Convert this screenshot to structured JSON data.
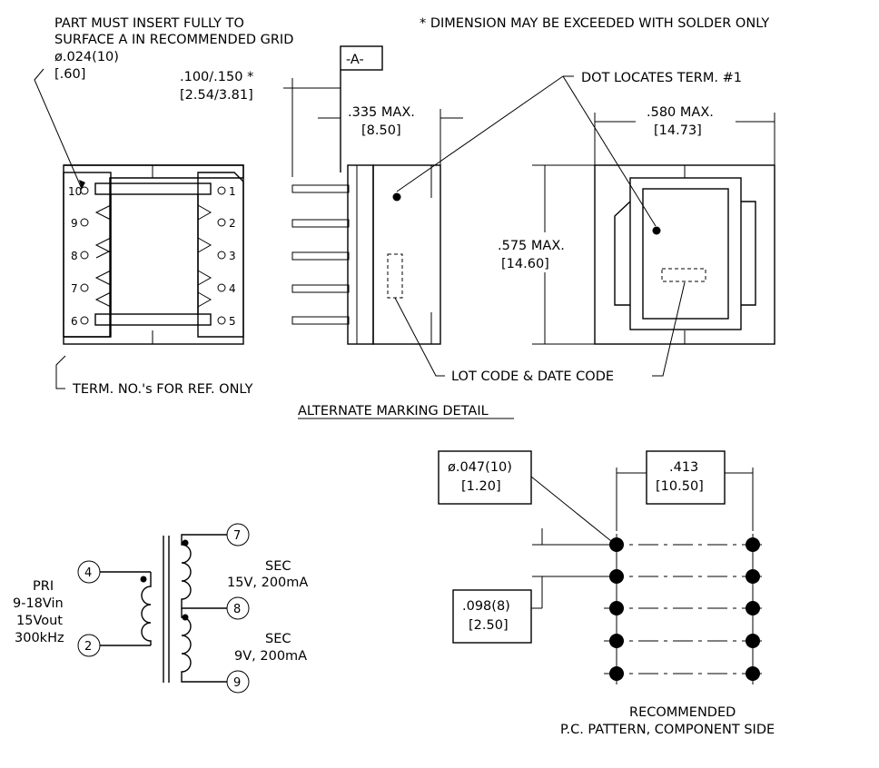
{
  "notes": {
    "insert_line1": "PART MUST INSERT FULLY TO",
    "insert_line2": "SURFACE A IN RECOMMENDED GRID",
    "insert_dia": "ø.024(10)",
    "insert_dia_mm": "[.60]",
    "solder_note": "* DIMENSION MAY BE EXCEEDED WITH SOLDER ONLY",
    "datum": "-A-",
    "standoff": ".100/.150 *",
    "standoff_mm": "[2.54/3.81]",
    "dot_term": "DOT LOCATES TERM. #1",
    "term_ref": "TERM. NO.'s FOR REF. ONLY",
    "lot_code": "LOT CODE & DATE CODE",
    "alt_marking": "ALTERNATE MARKING DETAIL"
  },
  "dimensions": {
    "height": ".335 MAX.",
    "height_mm": "[8.50]",
    "width": ".580 MAX.",
    "width_mm": "[14.73]",
    "length": ".575 MAX.",
    "length_mm": "[14.60]"
  },
  "pins": {
    "left": [
      "10",
      "9",
      "8",
      "7",
      "6"
    ],
    "right": [
      "1",
      "2",
      "3",
      "4",
      "5"
    ]
  },
  "schematic": {
    "pri_label": "PRI",
    "pri_vin": "9-18Vin",
    "pri_vout": "15Vout",
    "pri_freq": "300kHz",
    "pin_4": "4",
    "pin_2": "2",
    "pin_7": "7",
    "pin_8": "8",
    "pin_9": "9",
    "sec1_label": "SEC",
    "sec1_rating": "15V, 200mA",
    "sec2_label": "SEC",
    "sec2_rating": "9V, 200mA"
  },
  "pcb": {
    "hole_dia": "ø.047(10)",
    "hole_dia_mm": "[1.20]",
    "row_spacing": ".413",
    "row_spacing_mm": "[10.50]",
    "pitch": ".098(8)",
    "pitch_mm": "[2.50]",
    "caption_line1": "RECOMMENDED",
    "caption_line2": "P.C. PATTERN, COMPONENT SIDE"
  }
}
